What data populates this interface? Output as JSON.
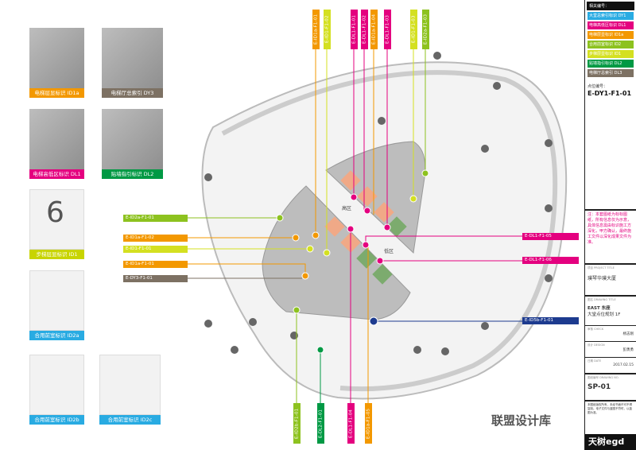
{
  "colors": {
    "DY1": "#29abe2",
    "DL1": "#e4007f",
    "ID1a": "#f39800",
    "ID2": "#8dc21f",
    "ID1": "#d4e021",
    "DL2": "#009944",
    "DY3": "#7d7163",
    "ID5b": "#1d3b8f"
  },
  "thumbnails": [
    {
      "caption": "电梯层显标识 ID1a",
      "color": "#f39800"
    },
    {
      "caption": "电梯厅总索引 DY3",
      "color": "#7d7163"
    },
    {
      "caption": "电梯高低区标识 DL1",
      "color": "#e4007f"
    },
    {
      "caption": "贴墙指引标识 DL2",
      "color": "#009944"
    },
    {
      "caption": "步梯层显标识 ID1",
      "color": "#d4e021"
    },
    {
      "caption": "合用前室标识 ID2a",
      "color": "#29abe2"
    },
    {
      "caption": "合用前室标识 ID2b",
      "color": "#29abe2"
    },
    {
      "caption": "合用前室标识 ID2c",
      "color": "#29abe2"
    }
  ],
  "top_tags": [
    "E-ID1a-F1-01",
    "E-ID1-F1-02",
    "E-DL1-F1-01",
    "E-DL1-F1-02",
    "E-ID1a-F1-04",
    "E-DL1-F1-03",
    "E-ID1-F1-03",
    "E-ID2a-F1-03"
  ],
  "left_tags": [
    "E-ID2a-F1-01",
    "E-ID1a-F1-02",
    "E-ID1-F1-01",
    "E-ID1a-F1-01",
    "E-DY3-F1-01"
  ],
  "right_tags": [
    "E-DL1-F1-05",
    "E-DL1-F1-06",
    "E-ID5b-F1-01"
  ],
  "bottom_tags": [
    "E-ID2b-F1-01",
    "E-DL2-F1-01",
    "E-DL1-F1-04",
    "E-ID1a-F1-05"
  ],
  "plan": {
    "high_zone": "高区",
    "low_zone": "低区"
  },
  "panel": {
    "legend_title": "相关编号：",
    "legend": [
      "大堂总索引标识 DY1",
      "电梯高低区标识 DL1",
      "电梯层显标识 ID1a",
      "合用前室标识 ID2",
      "步梯层显标识 ID1",
      "贴墙指引标识 DL2",
      "电梯厅总索引 DL3"
    ],
    "point_label": "点位编号：",
    "point_code": "E-DY1-F1-01",
    "note": "注：本套图纸为标标图纸，所有信息仅为示意，具体信息需由标识施工方深化，甲方确认，最终施工文件以深化成果文件为准。",
    "project_label": "项目 PROJECT TITLE",
    "project": "璞琴华璞大厦",
    "drawing_label": "图名 DRAWING TITLE",
    "drawing_1": "EAST 东座",
    "drawing_2": "大堂点位规划 1F",
    "review_label": "审核 CHECK",
    "review": "杨志刚",
    "design_label": "设计 DESIGN",
    "design": "彭勇勇",
    "date_label": "日期 DATE",
    "date": "2017.02.15",
    "num_label": "图纸编号 DRAWING NO.",
    "num": "SP-01",
    "footer": "本图纸版权所有，未经书面许可不得复制。电子文件与蓝图不符时，以蓝图为准。",
    "brand": "天树egd"
  },
  "watermark": "联盟设计库"
}
